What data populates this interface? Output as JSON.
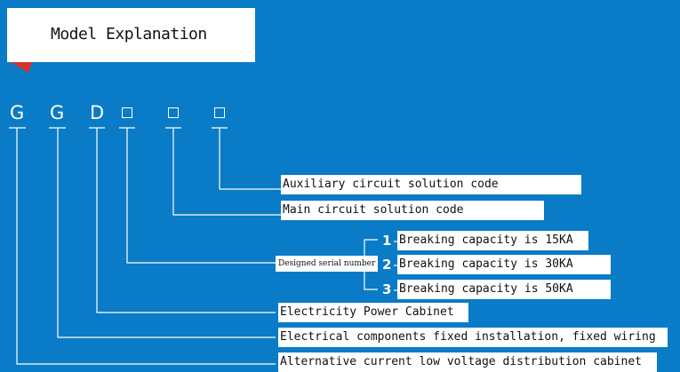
{
  "title": "Model Explanation",
  "code": {
    "letters": [
      "G",
      "G",
      "D"
    ],
    "placeholder_count": 3
  },
  "labels": {
    "auxiliary": "Auxiliary circuit solution code",
    "main": "Main circuit solution code",
    "serial": "Designed serial number",
    "electricity": "Electricity Power Cabinet",
    "fixed": "Electrical components fixed installation, fixed wiring",
    "alternative": "Alternative current low voltage distribution cabinet"
  },
  "breaking_options": [
    {
      "number": "1",
      "text": "Breaking capacity is 15KA"
    },
    {
      "number": "2",
      "text": "Breaking capacity is 30KA"
    },
    {
      "number": "3",
      "text": "Breaking capacity is 50KA"
    }
  ],
  "colors": {
    "background": "#0a7bc6",
    "accent": "#d7302b",
    "line": "#ffffff"
  }
}
